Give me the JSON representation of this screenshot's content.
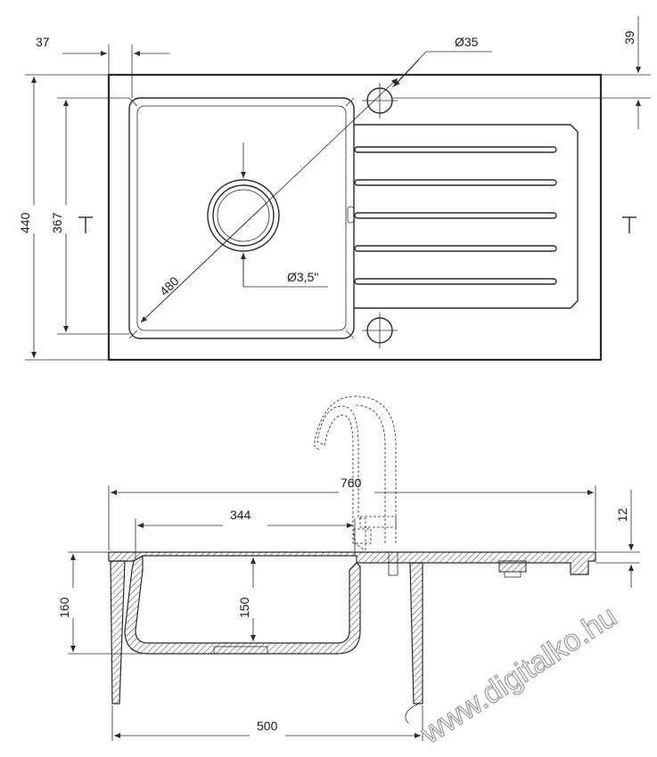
{
  "colors": {
    "line": "#2a2a2a",
    "hatch": "#555555",
    "watermark": "#9a9a9a",
    "background": "#ffffff"
  },
  "top_view": {
    "dimensions": {
      "offset_left": "37",
      "offset_top": "39",
      "hole_diameter": "Ø35",
      "width_outer": "440",
      "bowl_height": "367",
      "diagonal": "480",
      "drain_diameter": "Ø3,5\""
    },
    "drainboard_ribs": 5
  },
  "side_view": {
    "dimensions": {
      "total_length": "760",
      "bowl_width": "344",
      "rim_thickness": "12",
      "total_height": "160",
      "bowl_depth": "150",
      "cabinet_width": "500"
    }
  },
  "watermark": {
    "text": "www.digitalko.hu"
  }
}
